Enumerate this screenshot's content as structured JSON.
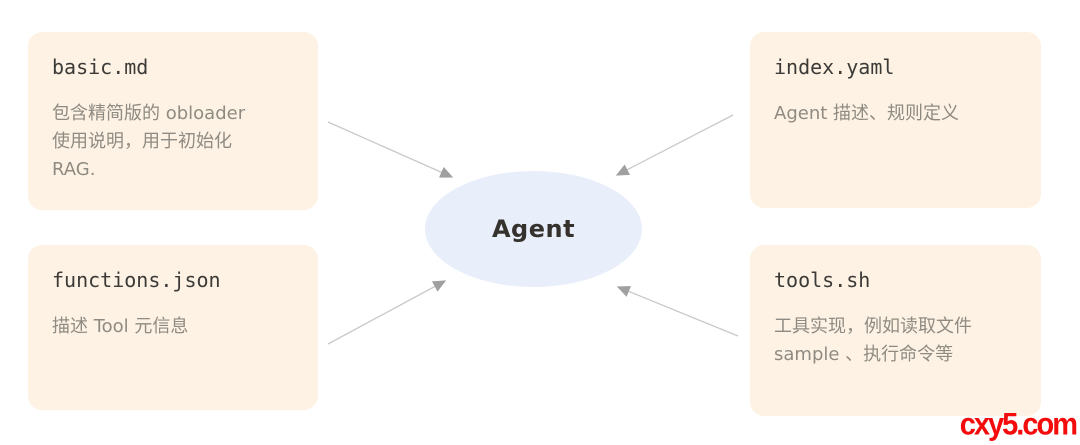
{
  "diagram": {
    "center_label": "Agent",
    "nodes": [
      {
        "id": "basic-md",
        "title": "basic.md",
        "lines": [
          "包含精简版的 obloader",
          "使用说明，用于初始化",
          "RAG."
        ]
      },
      {
        "id": "index-yaml",
        "title": "index.yaml",
        "lines": [
          "Agent 描述、规则定义"
        ]
      },
      {
        "id": "functions-json",
        "title": "functions.json",
        "lines": [
          "描述 Tool 元信息"
        ]
      },
      {
        "id": "tools-sh",
        "title": "tools.sh",
        "lines": [
          "工具实现，例如读取文件",
          "sample 、执行命令等"
        ]
      }
    ],
    "colors": {
      "node_background": "#fdf2e4",
      "center_background": "#e9eefb",
      "title_text": "#3b3a37",
      "body_text": "#8f8b82",
      "arrow_line": "#c9c9c9",
      "arrow_head": "#a0a0a0"
    }
  },
  "watermark": {
    "text": "cxy5.com",
    "color": "#f40b0b"
  }
}
